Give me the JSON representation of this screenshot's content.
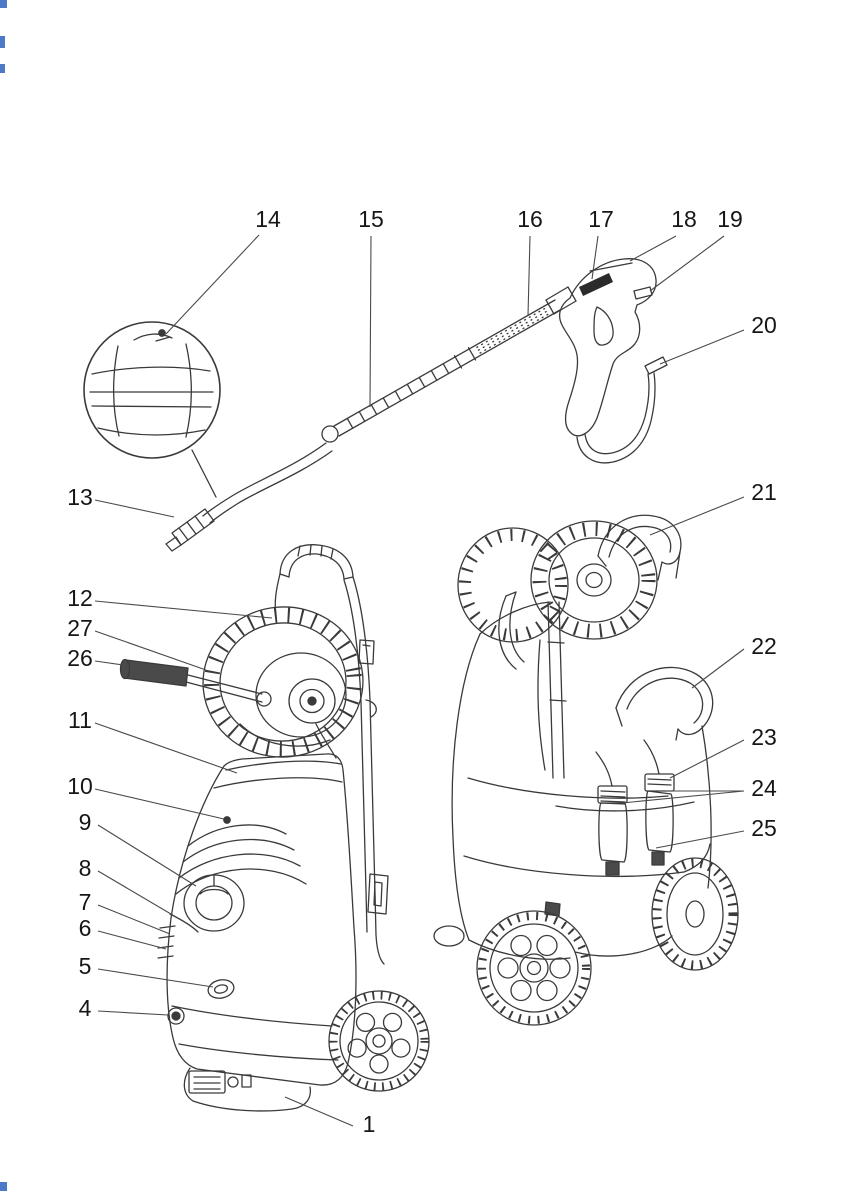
{
  "page": {
    "kind": "pressure-washer parts diagram",
    "background": "#ffffff"
  },
  "colors": {
    "line": "#3a3a3a",
    "label_text": "#161616",
    "dark_fill": "#4a4a4a",
    "artifact_blue": "#4d79c7"
  },
  "callouts": {
    "c1": "1",
    "c4": "4",
    "c5": "5",
    "c6": "6",
    "c7": "7",
    "c8": "8",
    "c9": "9",
    "c10": "10",
    "c11": "11",
    "c12": "12",
    "c13": "13",
    "c14": "14",
    "c15": "15",
    "c16": "16",
    "c17": "17",
    "c18": "18",
    "c19": "19",
    "c20": "20",
    "c21": "21",
    "c22": "22",
    "c23": "23",
    "c24": "24",
    "c25": "25",
    "c26": "26",
    "c27": "27"
  }
}
